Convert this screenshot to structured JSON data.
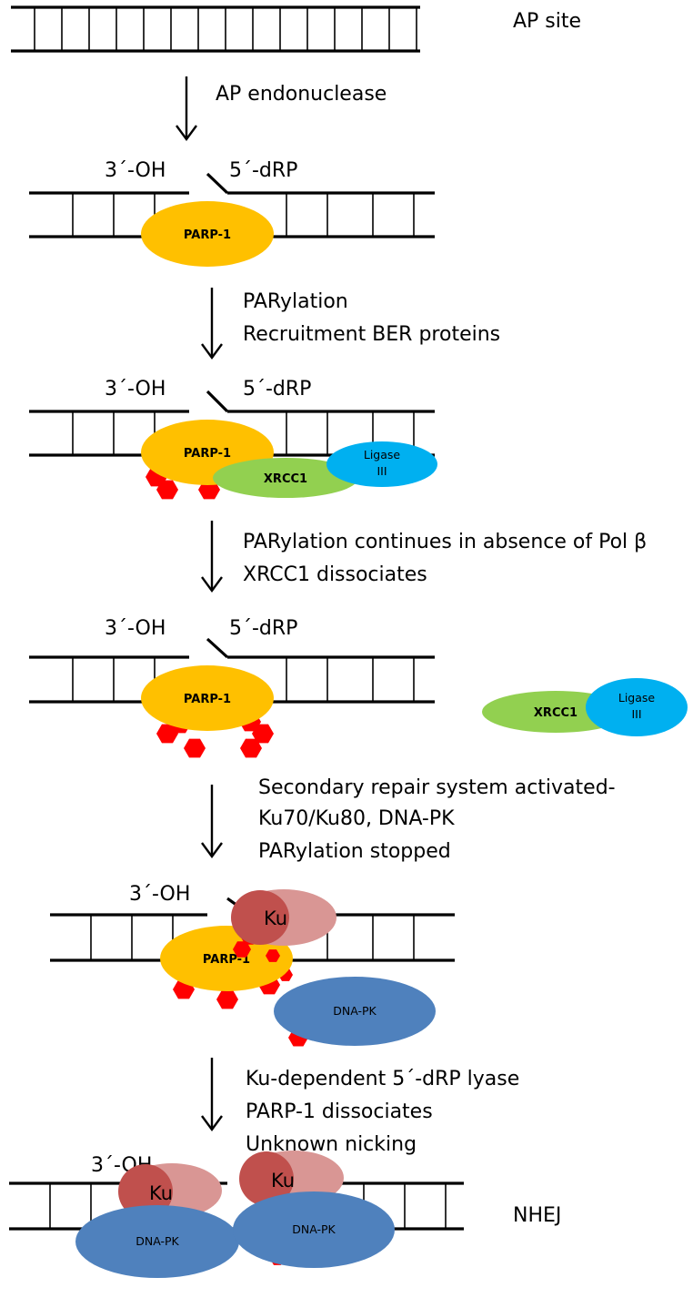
{
  "colors": {
    "parp": "#FFC000",
    "xrcc1": "#92D050",
    "ligase": "#00B0F0",
    "dnapk": "#4F81BD",
    "ku_dark": "#C0504D",
    "ku_light": "#D99694",
    "par": "#FF0000"
  },
  "labels": {
    "ap_site": "AP site",
    "nhej": "NHEJ",
    "oh3": "3´-OH",
    "drp5": "5´-dRP"
  },
  "steps": [
    {
      "lines": [
        "AP endonuclease"
      ]
    },
    {
      "lines": [
        "PARylation",
        "Recruitment BER proteins"
      ]
    },
    {
      "lines": [
        "PARylation continues in absence of Pol β",
        "XRCC1 dissociates"
      ]
    },
    {
      "lines": [
        "Secondary repair system activated-",
        "Ku70/Ku80, DNA-PK",
        "PARylation stopped"
      ]
    },
    {
      "lines": [
        "Ku-dependent 5´-dRP lyase",
        "PARP-1 dissociates",
        "Unknown nicking"
      ]
    }
  ],
  "proteins": {
    "parp1": "PARP-1",
    "xrcc1": "XRCC1",
    "ligase_line1": "Ligase",
    "ligase_line2": "III",
    "ku": "Ku",
    "dnapk": "DNA-PK"
  }
}
